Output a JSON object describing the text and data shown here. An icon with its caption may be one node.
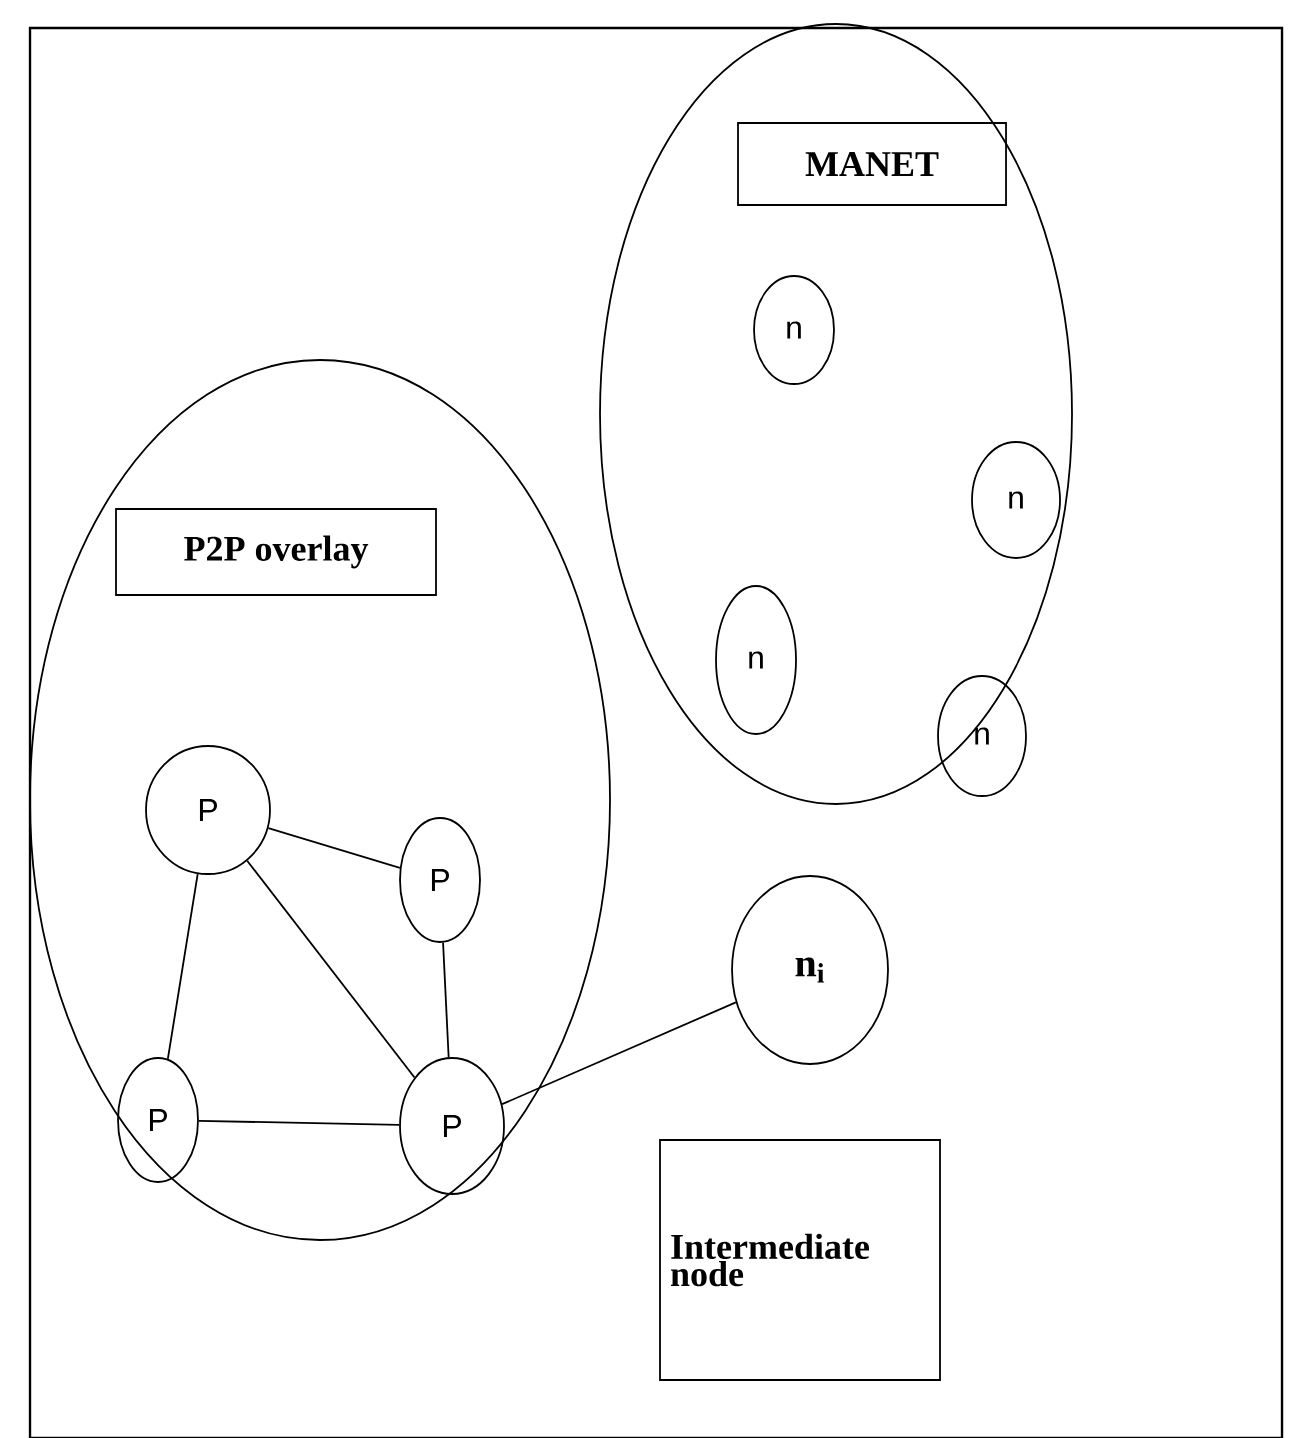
{
  "diagram": {
    "nodes": [
      {
        "text": [],
        "shape": "ellipse"
      },
      {
        "text": [
          "MANET"
        ],
        "in": 0
      },
      {
        "text": [
          "n"
        ],
        "in": 0
      },
      {
        "text": [
          "n"
        ],
        "in": 0
      },
      {
        "text": [
          "n"
        ],
        "in": 0
      },
      {
        "text": [
          "n"
        ],
        "in": 0
      },
      {
        "text": [],
        "shape": "ellipse"
      },
      {
        "text": [
          "P2P overlay"
        ],
        "in": 6
      },
      {
        "text": [
          "P"
        ],
        "in": 6
      },
      {
        "text": [
          "P"
        ],
        "in": 6
      },
      {
        "text": [
          "P"
        ],
        "in": 6
      },
      {
        "text": [
          "P"
        ],
        "in": 6
      },
      {
        "text": [
          "n$_{i}$"
        ]
      },
      {
        "text": [
          "Intermediate node"
        ]
      }
    ],
    "edges": [
      {
        "from": 8,
        "to": 9,
        "arrow": "none"
      },
      {
        "from": 8,
        "to": 11,
        "arrow": "none"
      },
      {
        "from": 8,
        "to": 10,
        "arrow": "none"
      },
      {
        "from": 9,
        "to": 11,
        "arrow": "none"
      },
      {
        "from": 10,
        "to": 11,
        "arrow": "none"
      },
      {
        "from": 11,
        "to": 12,
        "arrow": "none"
      }
    ]
  }
}
